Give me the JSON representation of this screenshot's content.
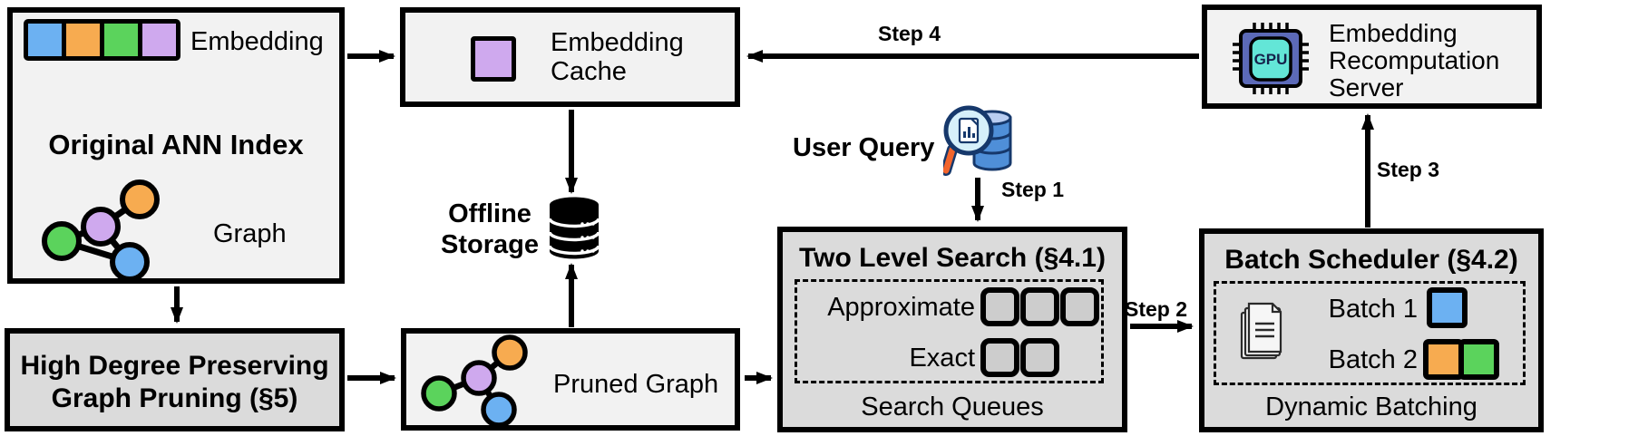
{
  "colors": {
    "box_light": "#f2f2f2",
    "box_gray": "#dbdbdb",
    "queue_fill": "#cdcdcd",
    "blue": "#6cb1f2",
    "orange": "#f7ab50",
    "green": "#5bd35c",
    "purple": "#cfa9ee",
    "chip_body": "#5c6ab8",
    "chip_core": "#63e6d7",
    "db_blue": "#4f8fd8",
    "db_top": "#b9cdf1",
    "db_outline": "#16386b",
    "lens": "#d6f0fa",
    "handle": "#f2652d"
  },
  "icons": {
    "offline_storage": "database-cylinder",
    "user_query": "magnifier-over-database",
    "server": "gpu-chip",
    "batch_scheduler": "document-stack",
    "ann_index": "node-link-graph",
    "pruned": "node-link-graph-pruned"
  },
  "ann_index": {
    "embedding_label": "Embedding",
    "title": "Original ANN Index",
    "graph_label": "Graph"
  },
  "embedding_cache": {
    "line1": "Embedding",
    "line2": "Cache"
  },
  "offline_storage": {
    "line1": "Offline",
    "line2": "Storage"
  },
  "user_query": {
    "label": "User Query"
  },
  "steps": {
    "step1": "Step 1",
    "step2": "Step 2",
    "step3": "Step 3",
    "step4": "Step 4"
  },
  "two_level_search": {
    "title": "Two Level Search (§4.1)",
    "approximate_label": "Approximate",
    "approximate_queue_count": 3,
    "exact_label": "Exact",
    "exact_queue_count": 2,
    "footer": "Search Queues"
  },
  "batch_scheduler": {
    "title": "Batch Scheduler (§4.2)",
    "batch1_label": "Batch 1",
    "batch2_label": "Batch 2",
    "footer": "Dynamic Batching"
  },
  "recomputation_server": {
    "line1": "Embedding",
    "line2": "Recomputation",
    "line3": "Server",
    "chip_label": "GPU"
  },
  "graph_pruning": {
    "line1": "High Degree Preserving",
    "line2": "Graph Pruning (§5)"
  },
  "pruned_graph": {
    "label": "Pruned Graph"
  }
}
